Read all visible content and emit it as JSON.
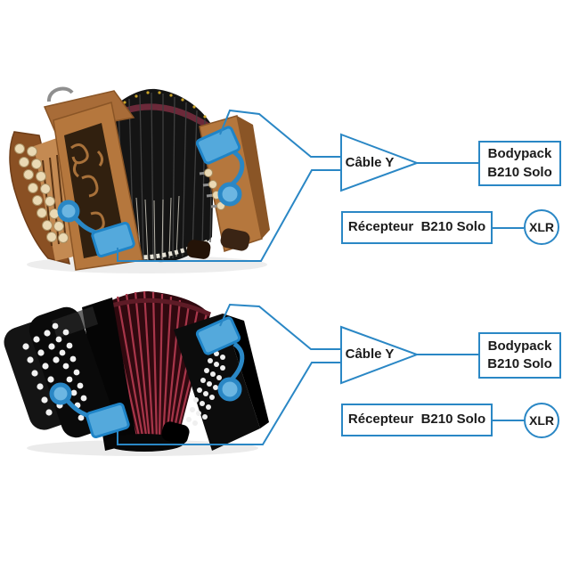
{
  "colors": {
    "diagram_line": "#2a87c5",
    "mic_fill": "#54a9dc",
    "mic_stroke": "#1f84c7",
    "text": "#1b1b1b",
    "background": "#ffffff"
  },
  "icons": [
    "wooden-accordion-image",
    "black-accordion-image",
    "mic-clip-icon",
    "mic-capsule-icon",
    "y-cable-triangle-icon",
    "xlr-connector-icon"
  ],
  "diagrams": [
    {
      "image": "wooden-accordion",
      "cable_label": "Câble Y",
      "bodypack_line1": "Bodypack",
      "bodypack_line2": "B210 Solo",
      "receiver_label": "Récepteur  B210 Solo",
      "xlr_label": "XLR"
    },
    {
      "image": "black-accordion",
      "cable_label": "Câble Y",
      "bodypack_line1": "Bodypack",
      "bodypack_line2": "B210 Solo",
      "receiver_label": "Récepteur  B210 Solo",
      "xlr_label": "XLR"
    }
  ]
}
